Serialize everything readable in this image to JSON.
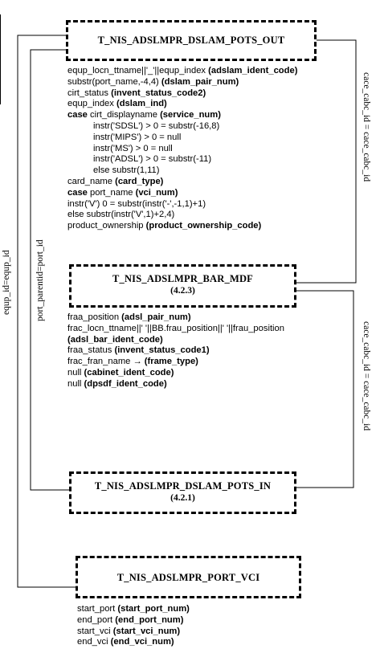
{
  "boxes": {
    "pots_out": {
      "title": "T_NIS_ADSLMPR_DSLAM_POTS_OUT",
      "sub": ""
    },
    "bar_mdf": {
      "title": "T_NIS_ADSLMPR_BAR_MDF",
      "sub": "(4.2.3)"
    },
    "pots_in": {
      "title": "T_NIS_ADSLMPR_DSLAM_POTS_IN",
      "sub": "(4.2.1)"
    },
    "port_vci": {
      "title": "T_NIS_ADSLMPR_PORT_VCI",
      "sub": ""
    }
  },
  "pots_out_mapping": [
    {
      "expr": "equp_locn_ttname||'_'||equp_index ",
      "target": "(adslam_ident_code)",
      "indent": false,
      "kw": ""
    },
    {
      "expr": "substr(port_name,-4,4) ",
      "target": "(dslam_pair_num)",
      "indent": false,
      "kw": ""
    },
    {
      "expr": "cirt_status ",
      "target": "(invent_status_code2)",
      "indent": false,
      "kw": ""
    },
    {
      "expr": "equp_index ",
      "target": "(dslam_ind)",
      "indent": false,
      "kw": ""
    },
    {
      "expr": " cirt_displayname ",
      "target": "(service_num)",
      "indent": false,
      "kw": "case"
    },
    {
      "expr": "instr('SDSL') > 0 = substr(-16,8)",
      "target": "",
      "indent": true,
      "kw": ""
    },
    {
      "expr": "instr('MIPS') > 0 = null",
      "target": "",
      "indent": true,
      "kw": ""
    },
    {
      "expr": "instr('MS') > 0 = null",
      "target": "",
      "indent": true,
      "kw": ""
    },
    {
      "expr": "instr('ADSL') > 0 = substr(-11)",
      "target": "",
      "indent": true,
      "kw": ""
    },
    {
      "expr": "else substr(1,11)",
      "target": "",
      "indent": true,
      "kw": ""
    },
    {
      "expr": "card_name ",
      "target": "(card_type)",
      "indent": false,
      "kw": ""
    },
    {
      "expr": " port_name ",
      "target": "(vci_num)",
      "indent": false,
      "kw": "case"
    },
    {
      "expr": "instr('V') 0 = substr(instr('-',-1,1)+1)",
      "target": "",
      "indent": false,
      "kw": ""
    },
    {
      "expr": "else substr(instr('V',1)+2,4)",
      "target": "",
      "indent": false,
      "kw": ""
    },
    {
      "expr": "product_ownership ",
      "target": "(product_ownership_code)",
      "indent": false,
      "kw": ""
    }
  ],
  "bar_mdf_mapping": [
    {
      "expr": "fraa_position ",
      "target": "(adsl_pair_num)"
    },
    {
      "expr": "frac_locn_ttname||' '||BB.frau_position||' '||frau_position",
      "target": ""
    },
    {
      "expr": "",
      "target": "(adsl_bar_ident_code)"
    },
    {
      "expr": "fraa_status ",
      "target": "(invent_status_code1)"
    },
    {
      "expr": "frac_fran_name → ",
      "target": "(frame_type)"
    },
    {
      "expr": "null ",
      "target": "(cabinet_ident_code)"
    },
    {
      "expr": "null ",
      "target": "(dpsdf_ident_code)"
    }
  ],
  "port_vci_mapping": [
    {
      "expr": "start_port ",
      "target": "(start_port_num)"
    },
    {
      "expr": "end_port ",
      "target": "(end_port_num)"
    },
    {
      "expr": "start_vci ",
      "target": "(start_vci_num)"
    },
    {
      "expr": "end_vci ",
      "target": "(end_vci_num)"
    }
  ],
  "join_labels": {
    "equp_id": "equp_id=equp_id",
    "port_parent": "port_parentid=port_id",
    "cace_top": "cace_cabc_id = cace_cabc_id",
    "cace_bottom": "cace_cabc_id = cace_cabc_id"
  }
}
